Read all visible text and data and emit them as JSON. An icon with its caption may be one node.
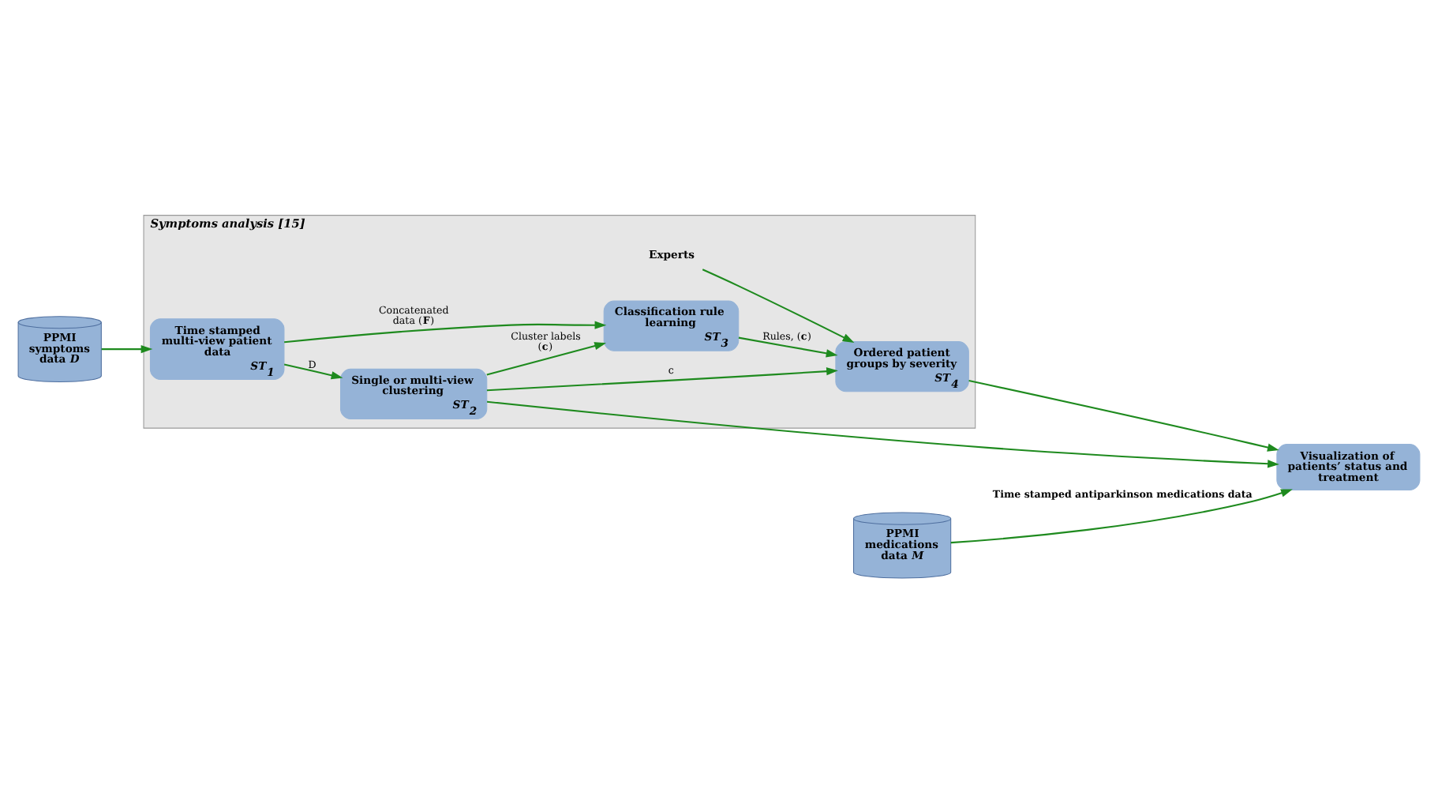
{
  "diagram": {
    "nodes": [
      {
        "text": [
          "Symptoms analysis [15]"
        ]
      },
      {
        "text": [
          "Classification rule learning",
          "ST$_{3}$"
        ],
        "in": 0
      },
      {
        "text": [
          "Experts"
        ],
        "in": 0
      },
      {
        "text": [
          "Ordered patient groups by severity",
          "ST$_{4}$"
        ],
        "in": 0
      },
      {
        "text": [
          "PPMI symptoms data *D*"
        ]
      },
      {
        "text": [
          "Time stamped multi-view patient data",
          "ST$_{1}$"
        ],
        "in": 0
      },
      {
        "text": [
          "Single or multi-view clustering",
          "ST$_{2}$"
        ],
        "in": 0
      },
      {
        "text": [
          "PPMI medications data *M*"
        ]
      },
      {
        "text": [
          "Visualization of patients’ status and treatment"
        ]
      }
    ],
    "edges": [
      {
        "from": 4,
        "to": 5,
        "arrow": "to"
      },
      {
        "from": 5,
        "to": 1,
        "arrow": "to",
        "label": "Concatenated data (**F**)"
      },
      {
        "from": 5,
        "to": 6,
        "arrow": "to",
        "label": "D"
      },
      {
        "from": 6,
        "to": 1,
        "arrow": "to",
        "label": "Cluster labels (**c**)"
      },
      {
        "from": 1,
        "to": 3,
        "arrow": "to",
        "label": "Rules, (**c**)"
      },
      {
        "from": 6,
        "to": 3,
        "arrow": "to",
        "label": "c"
      },
      {
        "from": 2,
        "to": 3,
        "arrow": "to"
      },
      {
        "from": 6,
        "to": 8,
        "arrow": "to"
      },
      {
        "from": 3,
        "to": 8,
        "arrow": "to"
      },
      {
        "from": 7,
        "to": 8,
        "arrow": "to",
        "label": "Time stamped antiparkinson medications data"
      }
    ]
  }
}
